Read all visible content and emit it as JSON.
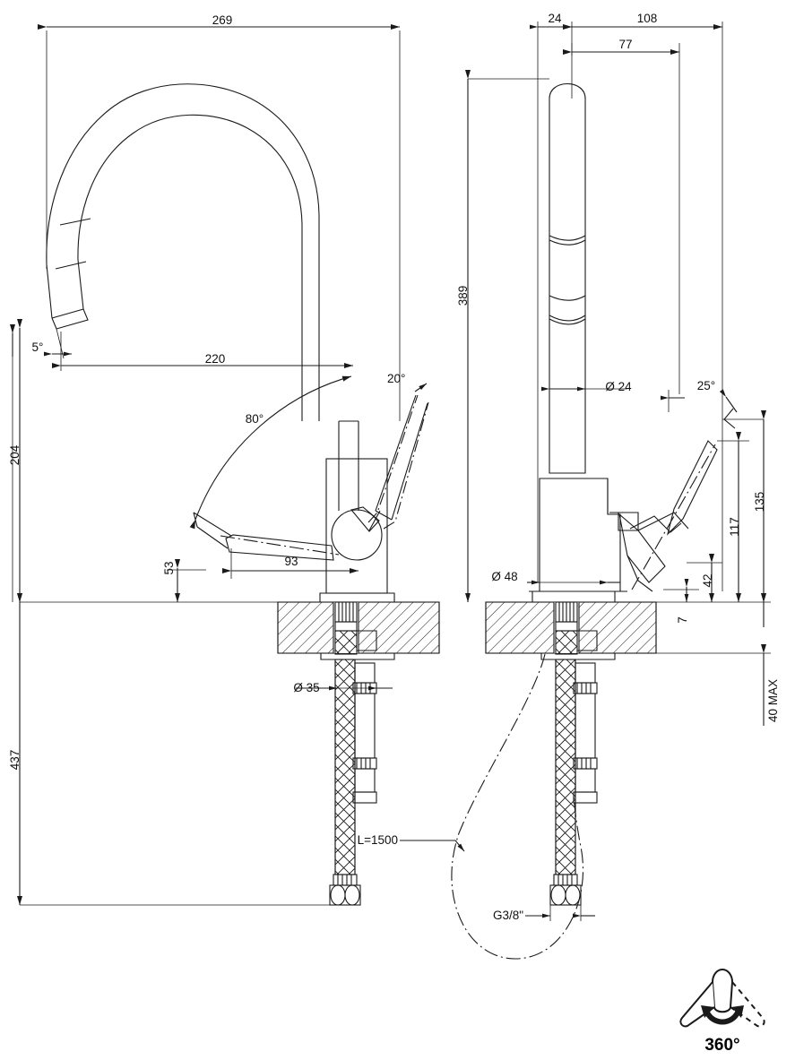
{
  "drawing": {
    "type": "technical-dimension-drawing",
    "subject": "single-lever pull-down kitchen mixer tap",
    "views": [
      "side-elevation-left",
      "front-elevation-right"
    ],
    "units": "mm"
  },
  "dimensions": {
    "spout_total_reach": "269",
    "spout_outlet_reach": "220",
    "spout_tip_angle": "5°",
    "handle_up_angle": "20°",
    "handle_swing_angle": "80°",
    "handle_down_height": "53",
    "handle_down_reach": "93",
    "spout_height_from_deck": "204",
    "overall_height_with_hoses": "437",
    "front_body_offset": "24",
    "front_handle_reach": "108",
    "front_inner_reach": "77",
    "front_overall_height": "389",
    "spout_tube_diameter": "Ø 24",
    "base_diameter": "Ø 48",
    "handle_side_angle": "25°",
    "handle_height_117": "117",
    "handle_height_135": "135",
    "handle_low_height": "42",
    "handle_clearance": "7",
    "deck_thickness_max": "40 MAX",
    "shank_diameter": "Ø 35",
    "hose_length": "L=1500",
    "hose_thread": "G3/8\"",
    "rotation_label": "360°"
  },
  "labels": {
    "d269": "269",
    "d220": "220",
    "a5": "5°",
    "a20": "20°",
    "a80": "80°",
    "d53": "53",
    "d93": "93",
    "d204": "204",
    "d437": "437",
    "d24": "24",
    "d108": "108",
    "d77": "77",
    "d389": "389",
    "dia24": "Ø 24",
    "dia48": "Ø 48",
    "a25": "25°",
    "d117": "117",
    "d135": "135",
    "d42": "42",
    "d7": "7",
    "d40max": "40 MAX",
    "dia35": "Ø 35",
    "hose": "L=1500",
    "thread": "G3/8\"",
    "rot": "360°"
  },
  "colors": {
    "line": "#1a1a1a",
    "background": "#ffffff",
    "hatch": "#1a1a1a"
  }
}
